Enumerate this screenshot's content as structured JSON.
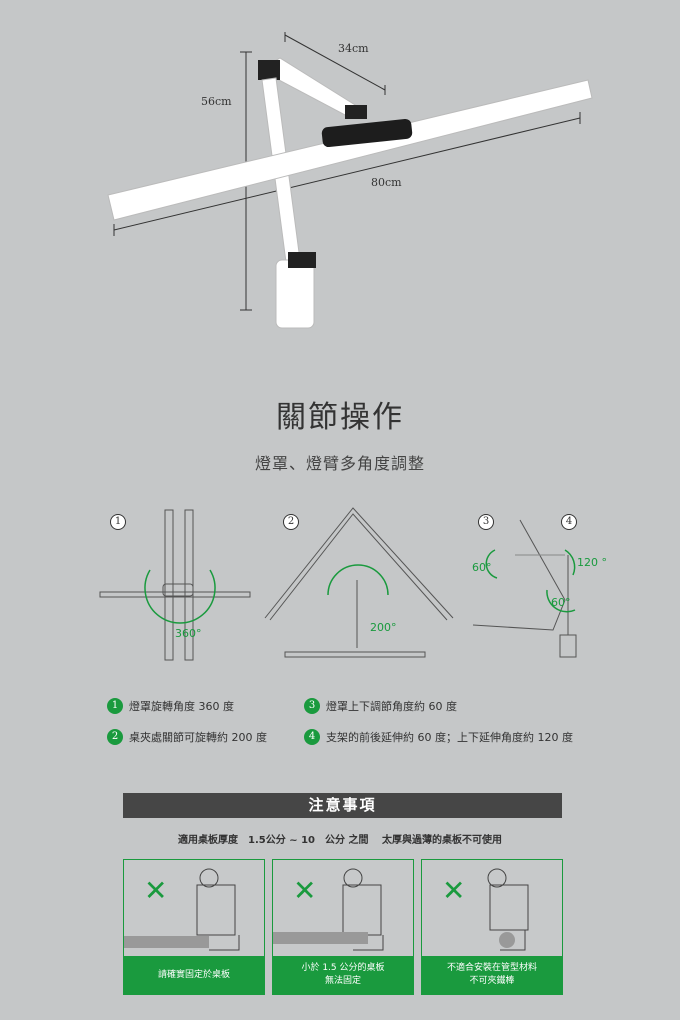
{
  "dimensions": {
    "arm": "34cm",
    "height": "56cm",
    "bar": "80cm"
  },
  "section": {
    "title": "關節操作",
    "subtitle": "燈罩、燈臂多角度調整"
  },
  "diagrams": {
    "numbers": [
      "1",
      "2",
      "3",
      "4"
    ],
    "angles": {
      "rotate": "360°",
      "clamp": "200°",
      "up": "60°",
      "extend": "120 °",
      "back": "60°"
    }
  },
  "legend": [
    {
      "num": "1",
      "text": "燈罩旋轉角度 360 度"
    },
    {
      "num": "2",
      "text": "桌夾處關節可旋轉約 200 度"
    },
    {
      "num": "3",
      "text": "燈罩上下調節角度約 60 度"
    },
    {
      "num": "4",
      "text": "支架的前後延伸約 60 度；上下延伸角度約 120 度"
    }
  ],
  "notice": {
    "title": "注意事項",
    "spec": "適用桌板厚度　1.5公分 ~ 10　公分 之間　 太厚與過薄的桌板不可使用",
    "cards": [
      {
        "mark": "✕",
        "caption": "請確實固定於桌板"
      },
      {
        "mark": "✕",
        "caption": "小於 1.5 公分的桌板\n無法固定"
      },
      {
        "mark": "✕",
        "caption": "不適合安裝在管型材料\n不可夾鐵棒"
      }
    ]
  },
  "colors": {
    "accent": "#1a9a3e",
    "bar": "#464646",
    "bg": "#c5c7c8"
  }
}
